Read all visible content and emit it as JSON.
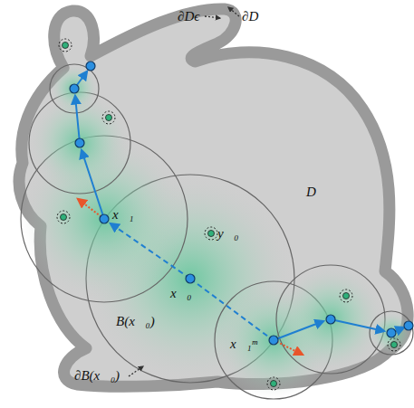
{
  "diagram": {
    "labels": [
      "∂Dϵ",
      "∂D",
      "D",
      "y⃗₀",
      "x⃗₁",
      "x⃗₀",
      "B(x⃗₀)",
      "x⃗₁ᵐ",
      "∂B(x⃗₀)"
    ]
  }
}
